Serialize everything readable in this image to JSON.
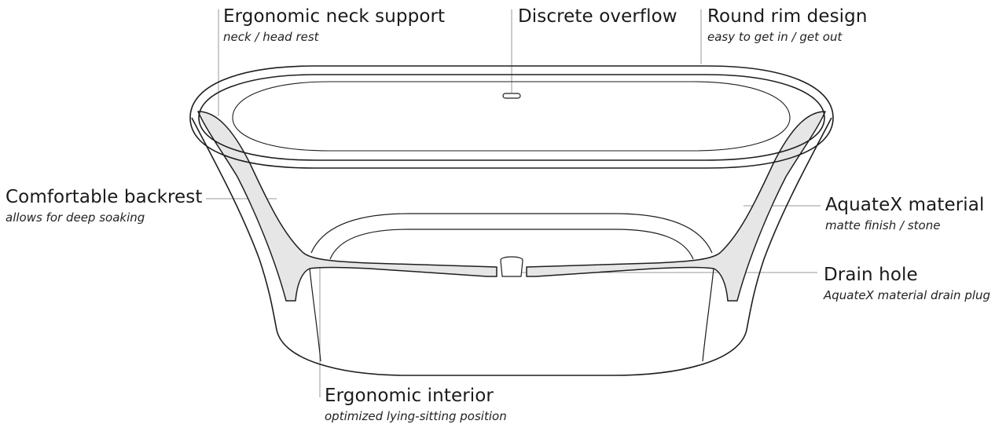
{
  "callouts": {
    "neck_support": {
      "title": "Ergonomic neck support",
      "subtitle": "neck / head rest"
    },
    "overflow": {
      "title": "Discrete overflow",
      "subtitle": ""
    },
    "rim": {
      "title": "Round rim design",
      "subtitle": "easy to get in / get out"
    },
    "backrest": {
      "title": "Comfortable backrest",
      "subtitle": "allows for deep soaking"
    },
    "material": {
      "title": "AquateX material",
      "subtitle": "matte finish / stone"
    },
    "drain": {
      "title": "Drain hole",
      "subtitle": "AquateX material drain plug"
    },
    "interior": {
      "title": "Ergonomic interior",
      "subtitle": "optimized lying-sitting position"
    }
  },
  "colors": {
    "line": "#1e1e1e",
    "leader": "#9a9a9a",
    "section_fill": "#e6e6e6"
  }
}
